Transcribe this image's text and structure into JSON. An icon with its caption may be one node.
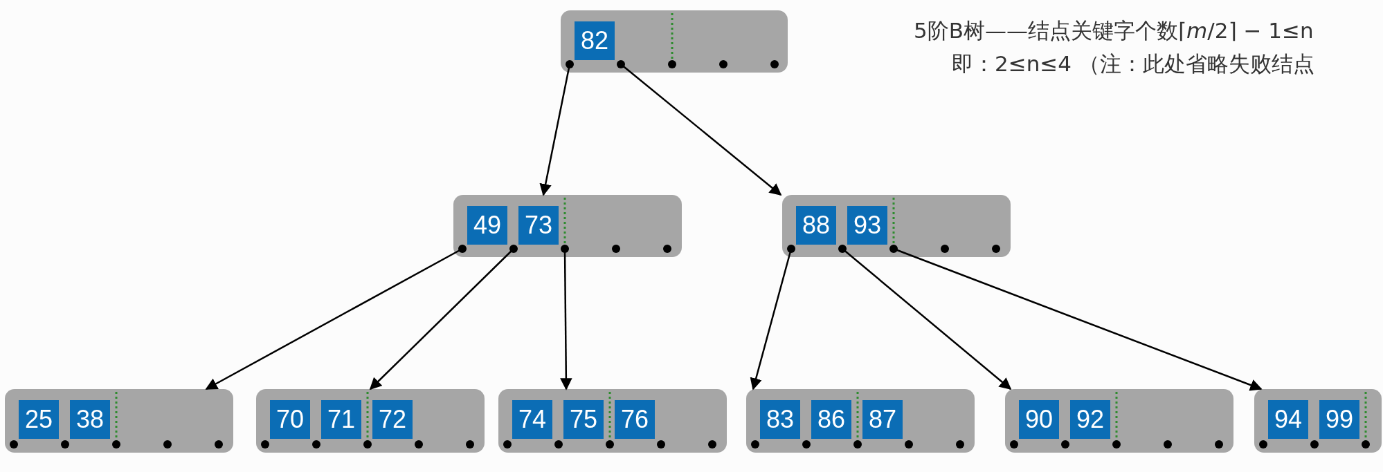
{
  "diagram": {
    "nodes": [
      {
        "text": [],
        "shape": "box"
      },
      {
        "text": [
          "82"
        ],
        "in": 0
      },
      {
        "text": [],
        "shape": "box"
      },
      {
        "text": [
          "49"
        ],
        "in": 2
      },
      {
        "text": [
          "73"
        ],
        "in": 2
      },
      {
        "text": [],
        "shape": "box"
      },
      {
        "text": [
          "88"
        ],
        "in": 5
      },
      {
        "text": [
          "93"
        ],
        "in": 5
      },
      {
        "text": [],
        "shape": "box"
      },
      {
        "text": [
          "25"
        ],
        "in": 8
      },
      {
        "text": [
          "38"
        ],
        "in": 8
      },
      {
        "text": [],
        "shape": "box"
      },
      {
        "text": [
          "70"
        ],
        "in": 11
      },
      {
        "text": [
          "71"
        ],
        "in": 11
      },
      {
        "text": [
          "72"
        ],
        "in": 11
      },
      {
        "text": [],
        "shape": "box"
      },
      {
        "text": [
          "74"
        ],
        "in": 15
      },
      {
        "text": [
          "75"
        ],
        "in": 15
      },
      {
        "text": [
          "76"
        ],
        "in": 15
      },
      {
        "text": [],
        "shape": "box"
      },
      {
        "text": [
          "83"
        ],
        "in": 19
      },
      {
        "text": [
          "86"
        ],
        "in": 19
      },
      {
        "text": [
          "87"
        ],
        "in": 19
      },
      {
        "text": [],
        "shape": "box"
      },
      {
        "text": [
          "90"
        ],
        "in": 23
      },
      {
        "text": [
          "92"
        ],
        "in": 23
      },
      {
        "text": [],
        "shape": "box"
      },
      {
        "text": [
          "94"
        ],
        "in": 26
      },
      {
        "text": [
          "99"
        ],
        "in": 26
      }
    ],
    "edges": [
      {
        "from": 0,
        "to": 2,
        "arrow": "to"
      },
      {
        "from": 0,
        "to": 5,
        "arrow": "to"
      },
      {
        "from": 2,
        "to": 8,
        "arrow": "to"
      },
      {
        "from": 2,
        "to": 11,
        "arrow": "to"
      },
      {
        "from": 2,
        "to": 15,
        "arrow": "to"
      },
      {
        "from": 5,
        "to": 19,
        "arrow": "to"
      },
      {
        "from": 5,
        "to": 23,
        "arrow": "to"
      },
      {
        "from": 5,
        "to": 26,
        "arrow": "to"
      }
    ],
    "labels": [
      "5阶B树——结点关键字个数⌈*m*/2⌉ − 1≤n",
      "即：2≤n≤4 （注：此处省略失败结点"
    ]
  }
}
